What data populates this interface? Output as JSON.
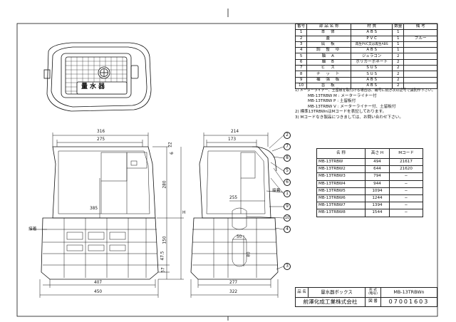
{
  "parts_table": {
    "headers": [
      "番号",
      "部 品 名 称",
      "材 質",
      "数量",
      "備 考"
    ],
    "rows": [
      [
        "1",
        "本 体",
        "A B S",
        "1",
        ""
      ],
      [
        "2",
        "蓋",
        "P V C",
        "1",
        "ブルー"
      ],
      [
        "3",
        "底 板",
        "再生PVC又は再生ABS",
        "1",
        ""
      ],
      [
        "4",
        "調 整 ゆ",
        "A B S",
        "1",
        ""
      ],
      [
        "5",
        "軸 A",
        "ジュラコン",
        "2",
        ""
      ],
      [
        "6",
        "軸 B",
        "ポリカーボネート",
        "2",
        ""
      ],
      [
        "7",
        "ビ ス",
        "S U S",
        "2",
        ""
      ],
      [
        "8",
        "ナ ッ ト",
        "S U S",
        "2",
        ""
      ],
      [
        "9",
        "補 強 板",
        "A B S",
        "2",
        ""
      ],
      [
        "10",
        "盲 板",
        "A B S",
        "2",
        ""
      ]
    ]
  },
  "notes": {
    "n1": "1) メーターライナー、土留板を取付ける場合は、補号に続き次の記号で識別作下さい。",
    "n1a": "MB-13TRBW M : メーターライナー付",
    "n1b": "MB-13TRBW P : 土留板付",
    "n1c": "MB-13TRBW V : メーターライナー付、土留板付",
    "n2": "2) 標準13TRBWnはMコードを表記しております。",
    "n3": "3) Mコードなき製品につきましては、お問い合わせ下さい。"
  },
  "model_table": {
    "headers": [
      "名 称",
      "高さ H",
      "Mコード"
    ],
    "rows": [
      [
        "MB-13TRBW",
        "494",
        "21617"
      ],
      [
        "MB-13TRBW2",
        "644",
        "21620"
      ],
      [
        "MB-13TRBW3",
        "794",
        "−"
      ],
      [
        "MB-13TRBW4",
        "944",
        "−"
      ],
      [
        "MB-13TRBW5",
        "1094",
        "−"
      ],
      [
        "MB-13TRBW6",
        "1244",
        "−"
      ],
      [
        "MB-13TRBW7",
        "1394",
        "−"
      ],
      [
        "MB-13TRBW8",
        "1544",
        "−"
      ]
    ]
  },
  "lid_logo": "量水器",
  "dims_front": {
    "top": "316",
    "inner": "275",
    "d22": "22",
    "d6": "6",
    "h280": "280",
    "r385": "385",
    "h": "H",
    "h150": "150",
    "h47": "47.5",
    "h57": "57",
    "b407": "407",
    "b450": "450",
    "label": "接着"
  },
  "dims_side": {
    "top": "214",
    "inner": "173",
    "r255": "255",
    "d50": "50",
    "d80": "80",
    "b277": "277",
    "b322": "322",
    "label": "接着"
  },
  "balloons": [
    "2",
    "7",
    "8",
    "5",
    "6",
    "1",
    "9",
    "10",
    "4",
    "3"
  ],
  "title_block": {
    "name_label": "品 名",
    "name_value": "量水器ボックス",
    "model_label": "形 式 (略号)",
    "model_value": "MB-13TRBWn",
    "company": "前澤化成工業株式会社",
    "drawing_no_label": "図 番",
    "drawing_no": "07001603"
  }
}
